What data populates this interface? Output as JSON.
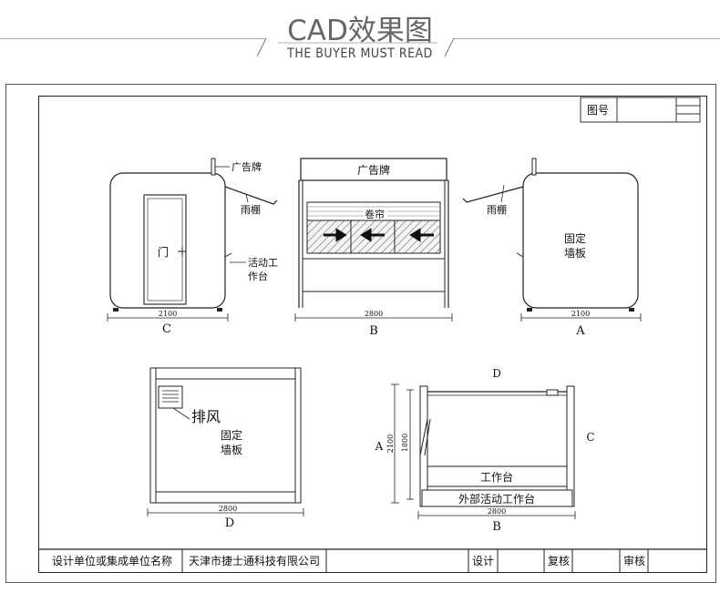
{
  "header": {
    "title": "CAD效果图",
    "subtitle": "THE BUYER MUST READ"
  },
  "title_block_top": {
    "drawing_no_label": "图号"
  },
  "views": {
    "c": {
      "label": "C",
      "dimension": "2100",
      "billboard": "广告牌",
      "canopy": "雨棚",
      "door": "门",
      "workbench": "活动工作台",
      "workbench_line1": "活动工",
      "workbench_line2": "作台"
    },
    "b": {
      "label": "B",
      "dimension": "2800",
      "billboard": "广告牌",
      "shutter": "卷帘"
    },
    "a": {
      "label": "A",
      "dimension": "2100",
      "canopy": "雨棚",
      "wall": "固定墙板",
      "wall_line1": "固定",
      "wall_line2": "墙板"
    },
    "d": {
      "label": "D",
      "dimension": "2800",
      "exhaust": "排风",
      "wall_line1": "固定",
      "wall_line2": "墙板"
    },
    "plan": {
      "top_label": "D",
      "left_label": "A",
      "right_label": "C",
      "bottom_label": "B",
      "dim_height_outer": "2100",
      "dim_height_inner": "1800",
      "dim_width": "2800",
      "workbench": "工作台",
      "outer_workbench": "外部活动工作台"
    }
  },
  "title_block_bottom": {
    "design_unit_label": "设计单位或集成单位名称",
    "company_name": "天津市捷士通科技有限公司",
    "design_label": "设计",
    "review_label": "复核",
    "audit_label": "审核"
  }
}
